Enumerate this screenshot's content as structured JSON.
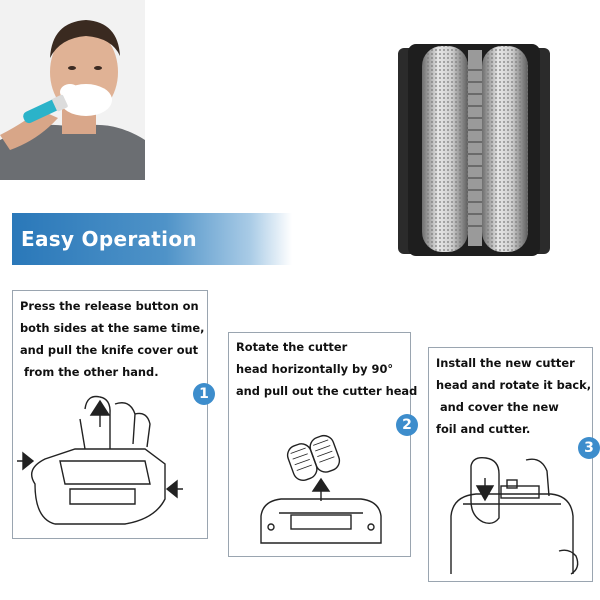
{
  "banner": {
    "title": "Easy Operation"
  },
  "steps": [
    {
      "number": "1",
      "lines": [
        "Press the release button on",
        "both sides at the same time,",
        "and pull the knife cover out",
        " from the other hand."
      ]
    },
    {
      "number": "2",
      "lines": [
        "Rotate the cutter",
        "head horizontally by 90°",
        "and pull out the cutter head"
      ]
    },
    {
      "number": "3",
      "lines": [
        "Install the new cutter",
        "head and rotate it back,",
        " and cover the new",
        "foil and cutter."
      ]
    }
  ],
  "icons": [
    "man-shaving-photo",
    "foil-cutter-head-product",
    "hand-press-arrow-diagram",
    "cutter-head-arrow-diagram",
    "hand-install-arrow-diagram"
  ],
  "colors": {
    "banner_accent": "#2a78b9",
    "badge": "#3d8dcc",
    "box_border": "#9aa5b0"
  }
}
